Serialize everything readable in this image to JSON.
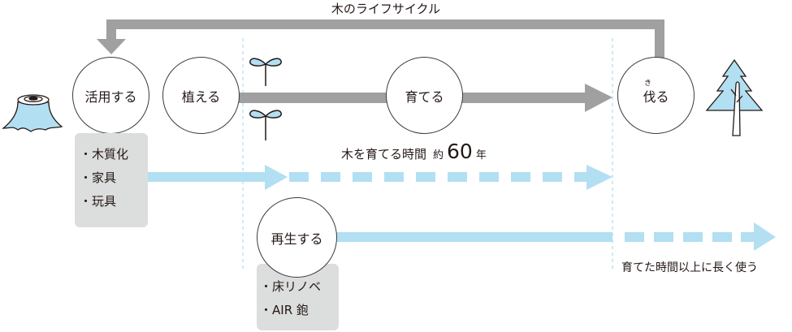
{
  "title": "木のライフサイクル",
  "stages": {
    "utilize": "活用する",
    "plant": "植える",
    "grow": "育てる",
    "cut": "伐る",
    "cut_ruby": "き",
    "regenerate": "再生する"
  },
  "utilize_items": [
    "木質化",
    "家具",
    "玩具"
  ],
  "regenerate_items": [
    "床リノベ",
    "AIR 鉋"
  ],
  "growth_note": {
    "text": "木を育てる時間",
    "approx": "約",
    "years": "60",
    "unit": "年"
  },
  "long_use_note": "育てた時間以上に長く使う",
  "icons": [
    "stump-icon",
    "sprout-icon",
    "sprout-icon",
    "tree-icon"
  ],
  "colors": {
    "cycle_arrow": "#a0a0a0",
    "flow_arrow": "#b2dff2",
    "divider": "#9fd6ec",
    "illustration_fill": "#b2dff2",
    "item_box": "#dcdddd",
    "outline": "#231815"
  }
}
